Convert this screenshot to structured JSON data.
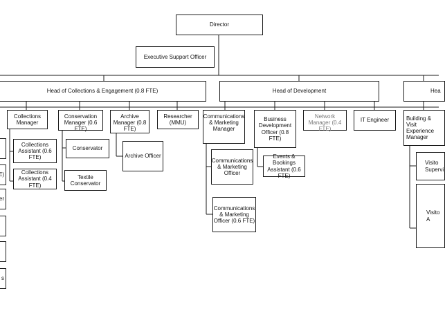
{
  "colors": {
    "line": "#1a1a1a",
    "text": "#111111",
    "muted_text": "#777777",
    "background": "#ffffff"
  },
  "org": {
    "director": "Director",
    "executive_support": "Executive Support Officer",
    "collections": {
      "head": "Head of Collections & Engagement (0.8 FTE)",
      "collections_manager": "Collections Manager",
      "collections_assistant_06": "Collections Assistant (0.6 FTE)",
      "collections_assistant_04": "Collections Assistant (0.4 FTE)",
      "conservation_manager": "Conservation Manager (0.6 FTE)",
      "conservator": "Conservator",
      "textile_conservator": "Textile Conservator",
      "archive_manager": "Archive Manager (0.8 FTE)",
      "archive_officer": "Archive Officer",
      "researcher": "Researcher (MMU)",
      "left_clipped": [
        "",
        "E)",
        "er",
        "",
        "",
        "s"
      ]
    },
    "development": {
      "head": "Head of Development",
      "comms_manager": "Communications & Marketing Manager",
      "comms_officer": "Communications & Marketing Officer",
      "comms_officer_06": "Communications & Marketing Officer (0.6 FTE)",
      "bdo": "Business Development Officer (0.8 FTE)",
      "events_assistant": "Events & Bookings Assistant (0.6 FTE)",
      "network_manager": "Network Manager (0.4 FTE)",
      "it_engineer": "IT Engineer"
    },
    "right": {
      "head": "Hea",
      "building_manager": "Building & Visit Experience Manager",
      "visitor_supervisor": "Visito Supervi",
      "visitor_assistant": "Visito A"
    }
  }
}
